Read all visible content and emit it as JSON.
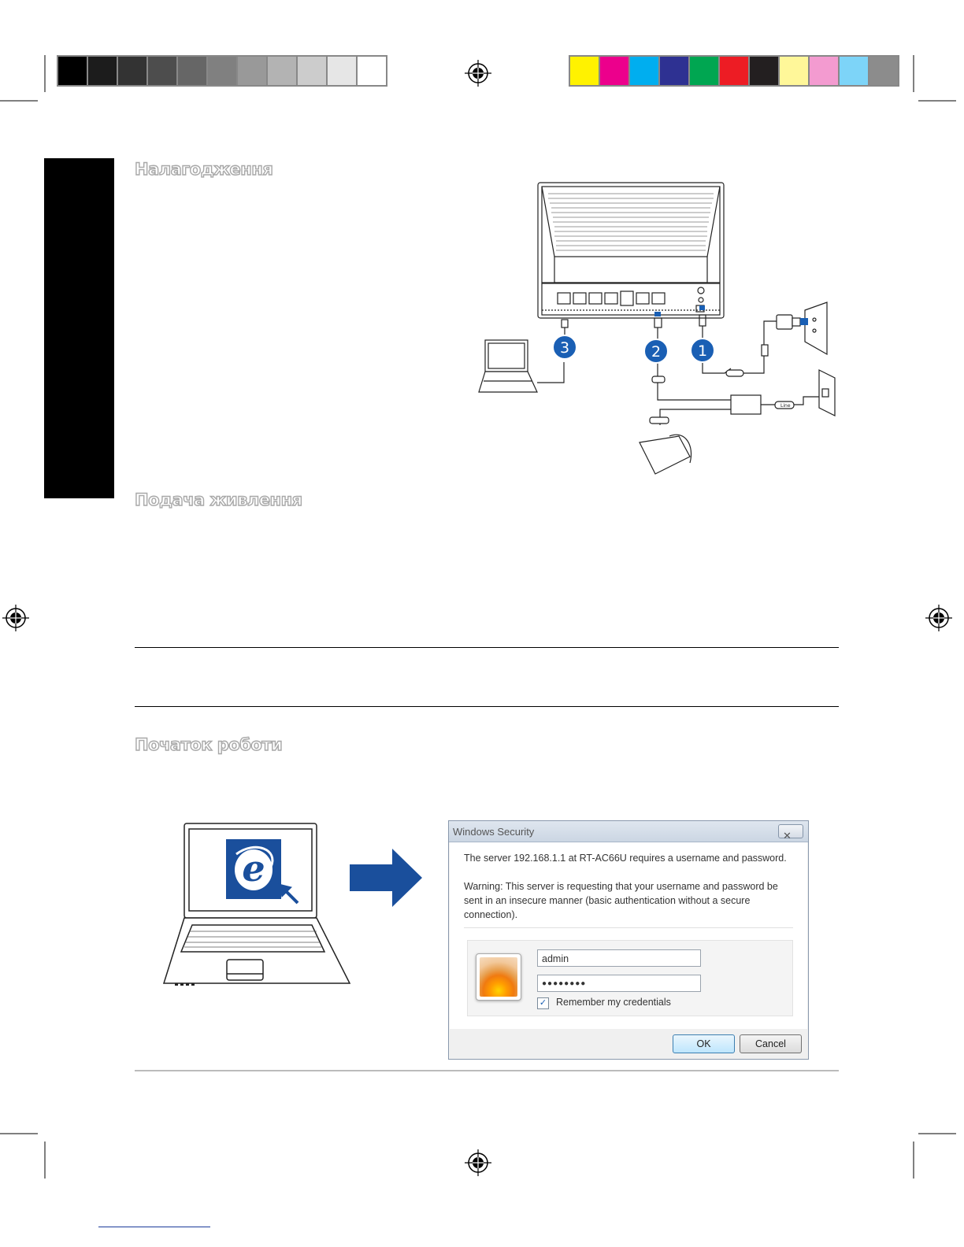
{
  "colors": {
    "grayscale": [
      "#000000",
      "#1c1c1c",
      "#333333",
      "#4d4d4d",
      "#666666",
      "#808080",
      "#999999",
      "#b3b3b3",
      "#cccccc",
      "#e6e6e6",
      "#ffffff"
    ],
    "process": [
      "#fff200",
      "#ec008c",
      "#00aeef",
      "#2e3192",
      "#00a651",
      "#ed1c24",
      "#231f20",
      "#fff799",
      "#f39bd0",
      "#7dd4f8",
      "#8c8c8c"
    ]
  },
  "sections": {
    "setup_heading": "Налагодження",
    "power_heading": "Подача живлення",
    "start_heading": "Початок роботи"
  },
  "diagram": {
    "callout_1": "1",
    "callout_2": "2",
    "callout_3": "3",
    "splitter_label": "Line"
  },
  "dialog": {
    "title": "Windows Security",
    "close_icon": "close-icon",
    "message": "The server 192.168.1.1 at RT-AC66U requires a username and password.",
    "warning_line1": "Warning: This server is requesting that your username and password be",
    "warning_line2": "sent in an insecure manner (basic authentication without a secure",
    "warning_line3": "connection).",
    "username_value": "admin",
    "password_value": "●●●●●●●●",
    "remember_label": "Remember my credentials",
    "remember_checked": "✓",
    "ok_label": "OK",
    "cancel_label": "Cancel"
  }
}
